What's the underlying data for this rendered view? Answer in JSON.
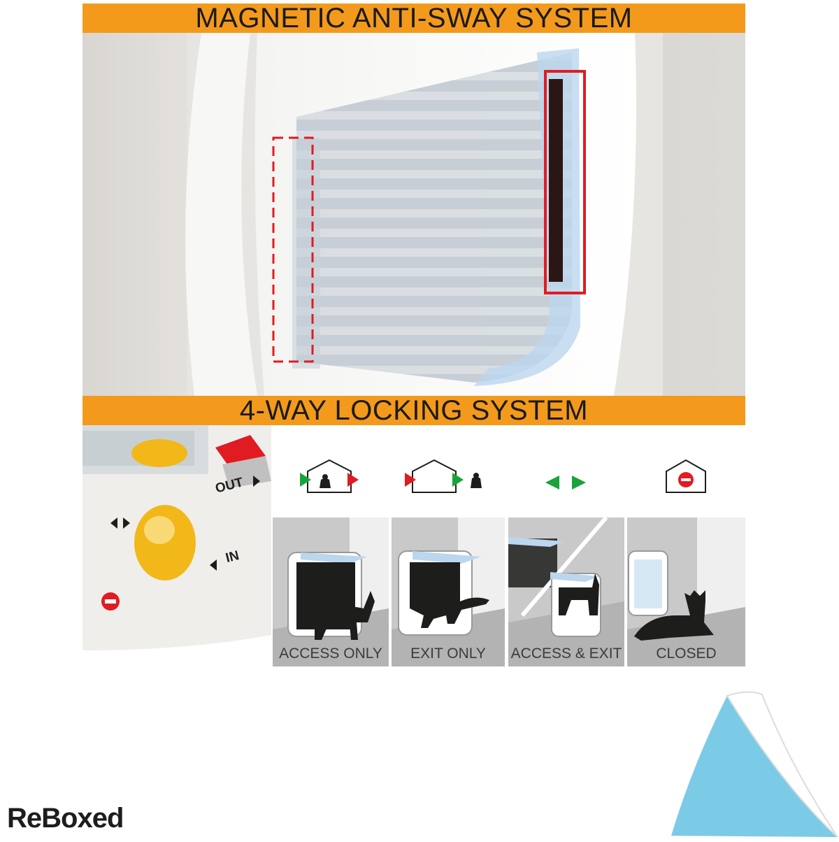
{
  "banners": {
    "top": "MAGNETIC ANTI-SWAY SYSTEM",
    "middle": "4-WAY LOCKING SYSTEM"
  },
  "dial": {
    "out_label": "OUT",
    "in_label": "IN"
  },
  "modes": [
    {
      "label": "ACCESS ONLY"
    },
    {
      "label": "EXIT ONLY"
    },
    {
      "label": "ACCESS & EXIT"
    },
    {
      "label": "CLOSED"
    }
  ],
  "brand": {
    "logo": "ReBoxed"
  },
  "colors": {
    "banner": "#f39a1c",
    "highlight": "#e11b22",
    "arrow_green": "#1aa33a",
    "arrow_red": "#e11b22",
    "dial_yellow": "#f2b81a",
    "corner_blue": "#7ccbe6"
  }
}
